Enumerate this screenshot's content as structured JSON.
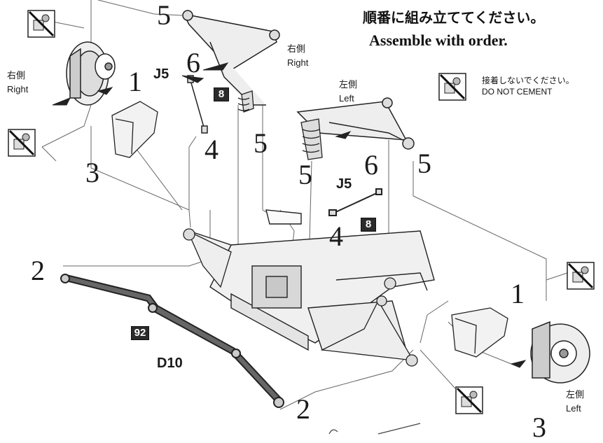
{
  "header": {
    "title_jp": "順番に組み立ててください。",
    "title_en": "Assemble with order."
  },
  "legend": {
    "icon": "no-cement-icon",
    "jp": "接着しないでください。",
    "en": "DO NOT CEMENT"
  },
  "sides": {
    "right_jp": "右側",
    "right_en": "Right",
    "left_jp": "左側",
    "left_en": "Left"
  },
  "steps": {
    "s1": "1",
    "s2": "2",
    "s3": "3",
    "s4": "4",
    "s5": "5",
    "s6": "6"
  },
  "parts": {
    "j5": "J5",
    "box8": "8",
    "d10": "D10",
    "box92": "92"
  },
  "colors": {
    "line": "#222222",
    "fill": "#e6e6e6",
    "bar": "#555555"
  }
}
